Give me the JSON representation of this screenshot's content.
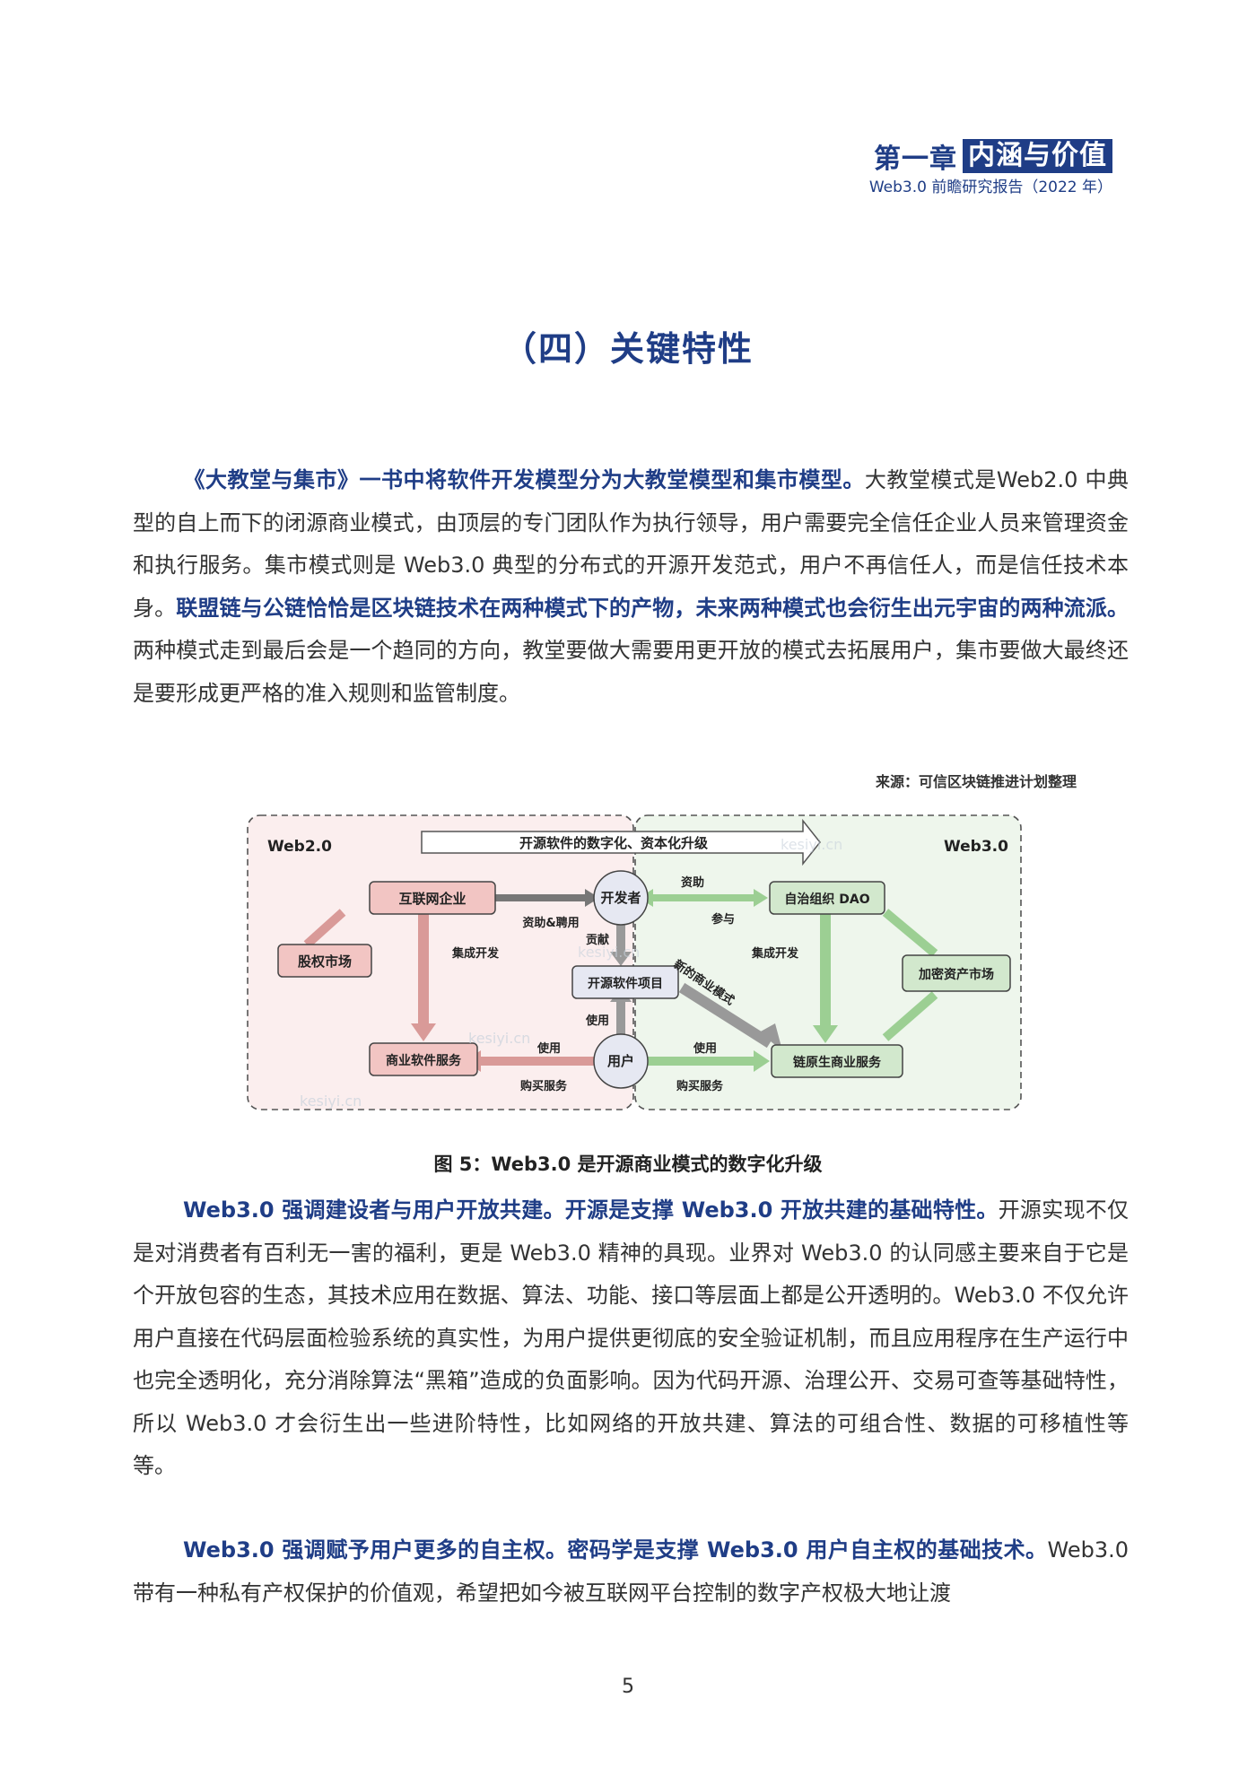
{
  "header": {
    "chapter_prefix": "第一章",
    "chapter_title": "内涵与价值",
    "report_title": "Web3.0 前瞻研究报告（2022 年）"
  },
  "section_title": "（四）关键特性",
  "para1": {
    "bold1": "《大教堂与集市》一书中将软件开发模型分为大教堂模型和集市模型。",
    "text1": "大教堂模式是Web2.0 中典型的自上而下的闭源商业模式，由顶层的专门团队作为执行领导，用户需要完全信任企业人员来管理资金和执行服务。集市模式则是 Web3.0 典型的分布式的开源开发范式，用户不再信任人，而是信任技术本身。",
    "bold2": "联盟链与公链恰恰是区块链技术在两种模式下的产物，未来两种模式也会衍生出元宇宙的两种流派。",
    "text2": "两种模式走到最后会是一个趋同的方向，教堂要做大需要用更开放的模式去拓展用户，集市要做大最终还是要形成更严格的准入规则和监管制度。"
  },
  "source": "来源：可信区块链推进计划整理",
  "diagram": {
    "web2_label": "Web2.0",
    "web3_label": "Web3.0",
    "top_arrow_label": "开源软件的数字化、资本化升级",
    "internet_company": "互联网企业",
    "equity_market": "股权市场",
    "commercial_software_service": "商业软件服务",
    "developer": "开发者",
    "open_source_project": "开源软件项目",
    "user": "用户",
    "dao": "自治组织 DAO",
    "crypto_market": "加密资产市场",
    "chain_native_service": "链原生商业服务",
    "funding_hiring": "资助&聘用",
    "integrated_dev_left": "集成开发",
    "use_left": "使用",
    "buy_service_left": "购买服务",
    "contribute": "贡献",
    "use_center": "使用",
    "fund": "资助",
    "participate": "参与",
    "integrated_dev_right": "集成开发",
    "new_business_model": "新的商业模式",
    "use_right": "使用",
    "buy_service_right": "购买服务",
    "watermark": "kesiyi.cn",
    "colors": {
      "web2_bg": "#fbeeee",
      "web3_bg": "#eef6ec",
      "red_box": "#f2c5c3",
      "green_box": "#d2e8cd",
      "center_fill": "#e6e8f2",
      "box_border": "#444444"
    }
  },
  "caption": "图 5：Web3.0 是开源商业模式的数字化升级",
  "para2": {
    "bold": "Web3.0 强调建设者与用户开放共建。开源是支撑 Web3.0 开放共建的基础特性。",
    "text": "开源实现不仅是对消费者有百利无一害的福利，更是 Web3.0 精神的具现。业界对 Web3.0 的认同感主要来自于它是个开放包容的生态，其技术应用在数据、算法、功能、接口等层面上都是公开透明的。Web3.0 不仅允许用户直接在代码层面检验系统的真实性，为用户提供更彻底的安全验证机制，而且应用程序在生产运行中也完全透明化，充分消除算法“黑箱”造成的负面影响。因为代码开源、治理公开、交易可查等基础特性，所以 Web3.0 才会衍生出一些进阶特性，比如网络的开放共建、算法的可组合性、数据的可移植性等等。"
  },
  "para3": {
    "bold": "Web3.0 强调赋予用户更多的自主权。密码学是支撑 Web3.0 用户自主权的基础技术。",
    "text": "Web3.0 带有一种私有产权保护的价值观，希望把如今被互联网平台控制的数字产权极大地让渡"
  },
  "page_number": "5"
}
